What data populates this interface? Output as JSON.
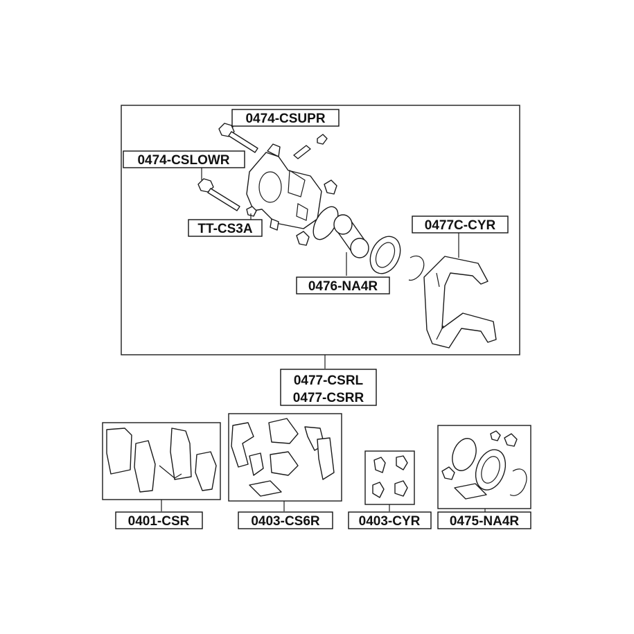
{
  "labels": {
    "csupr": "0474-CSUPR",
    "cslowr": "0474-CSLOWR",
    "ttcs3a": "TT-CS3A",
    "na4r_piston": "0476-NA4R",
    "bracket": "0477C-CYR",
    "caliper_left": "0477-CSRL",
    "caliper_right": "0477-CSRR",
    "pads": "0401-CSR",
    "shims": "0403-CS6R",
    "clips": "0403-CYR",
    "repair_kit": "0475-NA4R"
  }
}
